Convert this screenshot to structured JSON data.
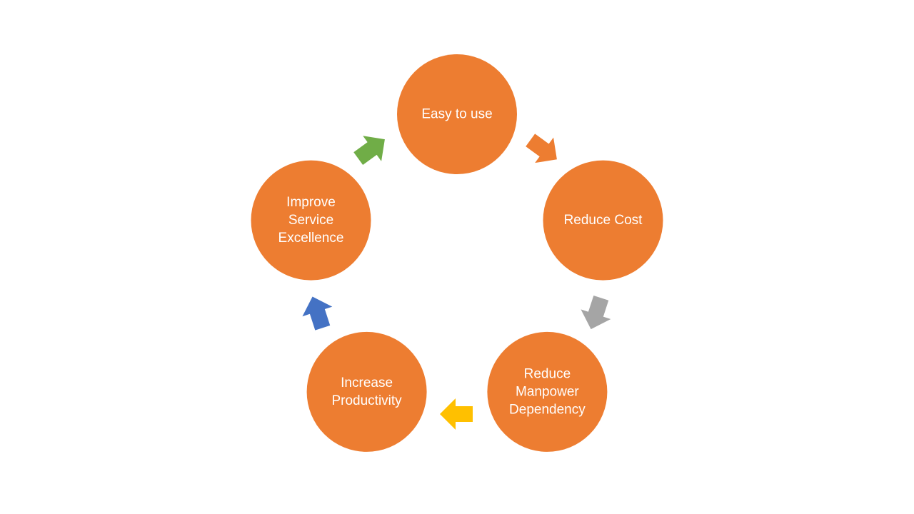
{
  "diagram": {
    "type": "cycle",
    "nodes": [
      {
        "id": "easy",
        "lines": [
          "Easy to use"
        ],
        "color": "#ED7D31"
      },
      {
        "id": "cost",
        "lines": [
          "Reduce Cost"
        ],
        "color": "#ED7D31"
      },
      {
        "id": "manpower",
        "lines": [
          "Reduce",
          "Manpower",
          "Dependency"
        ],
        "color": "#ED7D31"
      },
      {
        "id": "productivity",
        "lines": [
          "Increase",
          "Productivity"
        ],
        "color": "#ED7D31"
      },
      {
        "id": "service",
        "lines": [
          "Improve",
          "Service",
          "Excellence"
        ],
        "color": "#ED7D31"
      }
    ],
    "arrows": [
      {
        "from": "easy",
        "to": "cost",
        "color": "#ED7D31"
      },
      {
        "from": "cost",
        "to": "manpower",
        "color": "#A5A5A5"
      },
      {
        "from": "manpower",
        "to": "productivity",
        "color": "#FFC000"
      },
      {
        "from": "productivity",
        "to": "service",
        "color": "#4472C4"
      },
      {
        "from": "service",
        "to": "easy",
        "color": "#70AD47"
      }
    ],
    "label_color": "#FFFFFF"
  }
}
